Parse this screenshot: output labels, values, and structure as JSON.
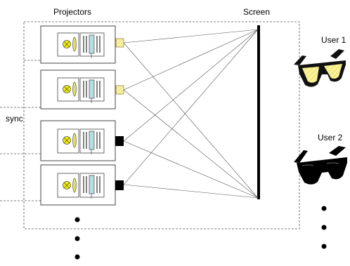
{
  "labels": {
    "projectors": "Projectors",
    "screen": "Screen",
    "sync": "sync",
    "user1": "User 1",
    "user2": "User 2"
  },
  "colors": {
    "lamp": "#f4f000",
    "lens": "#dfe06a",
    "filter": "#b7dde3",
    "filter_polarized": "#f3ea8c",
    "filter_dark": "#000000",
    "glasses_lens_polarized": "#f5ec7a"
  },
  "projectors": [
    {
      "name": "projector-1",
      "filter": "polarized"
    },
    {
      "name": "projector-2",
      "filter": "polarized"
    },
    {
      "name": "projector-3",
      "filter": "dark"
    },
    {
      "name": "projector-4",
      "filter": "dark"
    }
  ],
  "users": [
    {
      "name": "user-1",
      "glasses": "polarized"
    },
    {
      "name": "user-2",
      "glasses": "dark"
    }
  ]
}
